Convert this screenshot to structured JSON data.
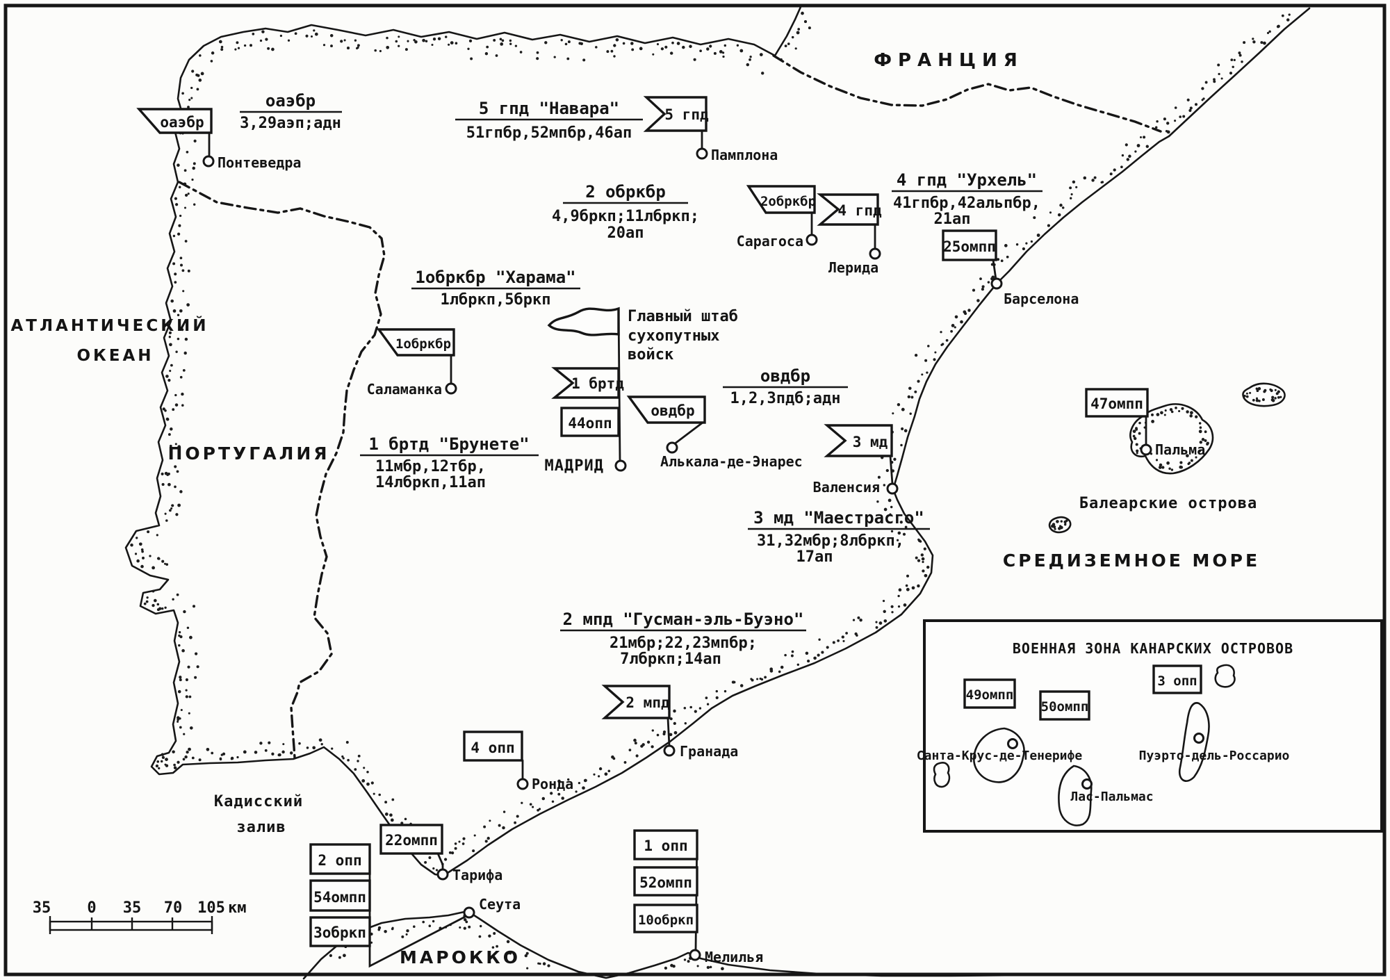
{
  "geo": {
    "france": "ФРАНЦИЯ",
    "atlantic1": "АТЛАНТИЧЕСКИЙ",
    "atlantic2": "ОКЕАН",
    "portugal": "ПОРТУГАЛИЯ",
    "mediterranean": "СРЕДИЗЕМНОЕ МОРЕ",
    "balearic": "Балеарские острова",
    "cadiz1": "Кадисский",
    "cadiz2": "залив",
    "morocco": "МАРОККО"
  },
  "cities": {
    "pontevedra": "Понтеведра",
    "pamplona": "Памплона",
    "zaragoza": "Сарагоса",
    "lerida": "Лерида",
    "barcelona": "Барселона",
    "salamanca": "Саламанка",
    "madrid": "МАДРИД",
    "alcala": "Алькала-де-Энарес",
    "valencia": "Валенсия",
    "granada": "Гранада",
    "ronda": "Ронда",
    "tarifa": "Тарифа",
    "ceuta": "Сеута",
    "melilla": "Мелилья",
    "palma": "Пальма",
    "santacruz": "Санта-Крус-де-Тенерифе",
    "laspalmas": "Лас-Пальмас",
    "puerto": "Пуэрто-дель-Россарио"
  },
  "symbols": {
    "oaebr": "оаэбр",
    "gpd5": "5 гпд",
    "obrkbr2": "2обркбр",
    "gpd4": "4 гпд",
    "ompp25": "25омпп",
    "obrkbr1": "1обркбр",
    "brtd1": "1 бртд",
    "opp44": "44опп",
    "ovdbr": "овдбр",
    "md3": "3 мд",
    "ompp47": "47омпп",
    "mpd2": "2 мпд",
    "opp4": "4 опп",
    "ompp22": "22омпп",
    "opp2": "2 опп",
    "ompp54": "54омпп",
    "obrkp3": "3обркп",
    "opp1": "1 опп",
    "ompp52": "52омпп",
    "obrkp10": "10обркп",
    "ompp49": "49омпп",
    "ompp50": "50омпп",
    "opp3": "3 опп"
  },
  "notes": {
    "oaebr": {
      "title": "оаэбр",
      "l1": "3,29аэп;адн"
    },
    "navara": {
      "title": "5 гпд \"Навара\"",
      "l1": "51гпбр,52мпбр,46ап"
    },
    "obrkbr2": {
      "title": "2 обркбр",
      "l1": "4,9бркп;11лбркп;",
      "l2": "20ап"
    },
    "urhel": {
      "title": "4 гпд \"Урхель\"",
      "l1": "41гпбр,42альпбр,",
      "l2": "21ап"
    },
    "harama": {
      "title": "1обркбр \"Харама\"",
      "l1": "1лбркп,5бркп"
    },
    "brunete": {
      "title": "1 бртд \"Брунете\"",
      "l1": "11мбр,12тбр,",
      "l2": "14лбркп,11ап"
    },
    "ovdbr": {
      "title": "овдбр",
      "l1": "1,2,3пдб;адн"
    },
    "maestrasgo": {
      "title": "3 мд \"Маестрасго\"",
      "l1": "31,32мбр;8лбркп,",
      "l2": "17ап"
    },
    "guzman": {
      "title": "2 мпд \"Гусман-эль-Буэно\"",
      "l1": "21мбр;22,23мпбр;",
      "l2": "7лбркп;14ап"
    }
  },
  "hq": {
    "l1": "Главный штаб",
    "l2": "сухопутных",
    "l3": "войск"
  },
  "inset": {
    "title": "ВОЕННАЯ ЗОНА КАНАРСКИХ ОСТРОВОВ"
  },
  "scale": {
    "n1": "35",
    "n2": "0",
    "n3": "35",
    "n4": "70",
    "n5": "105",
    "unit": "км"
  }
}
